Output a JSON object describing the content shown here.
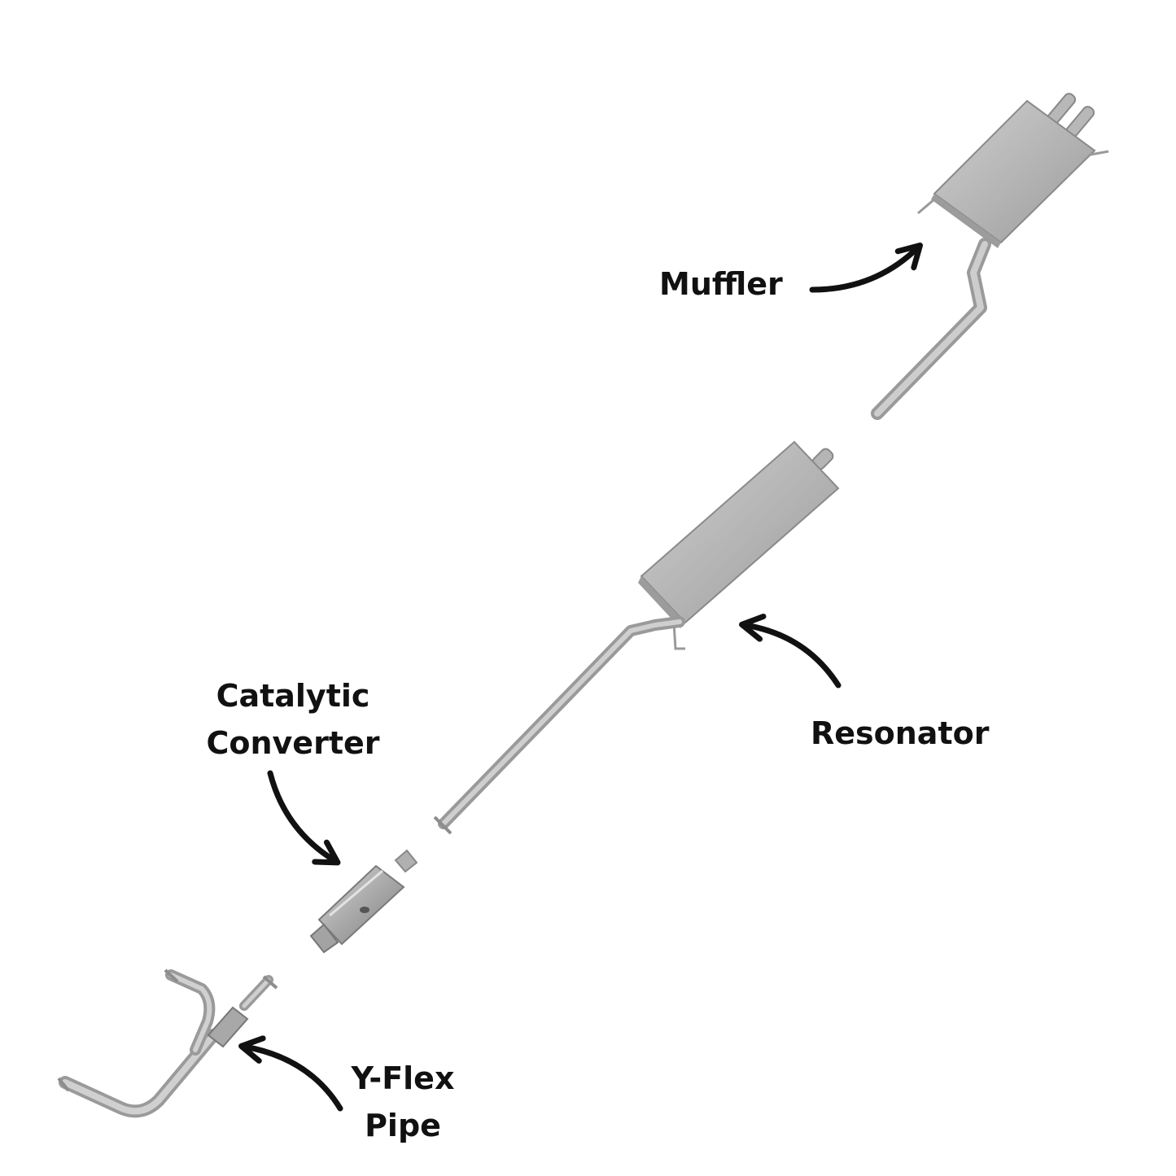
{
  "labels": {
    "muffler": "Muffler",
    "resonator": "Resonator",
    "catalytic_line1": "Catalytic",
    "catalytic_line2": "Converter",
    "yflex_line1": "Y-Flex",
    "yflex_line2": "Pipe"
  },
  "colors": {
    "metal": "#b9b9b9",
    "metal_dark": "#8d8d8d",
    "metal_light": "#d6d6d6",
    "ink": "#111111"
  }
}
